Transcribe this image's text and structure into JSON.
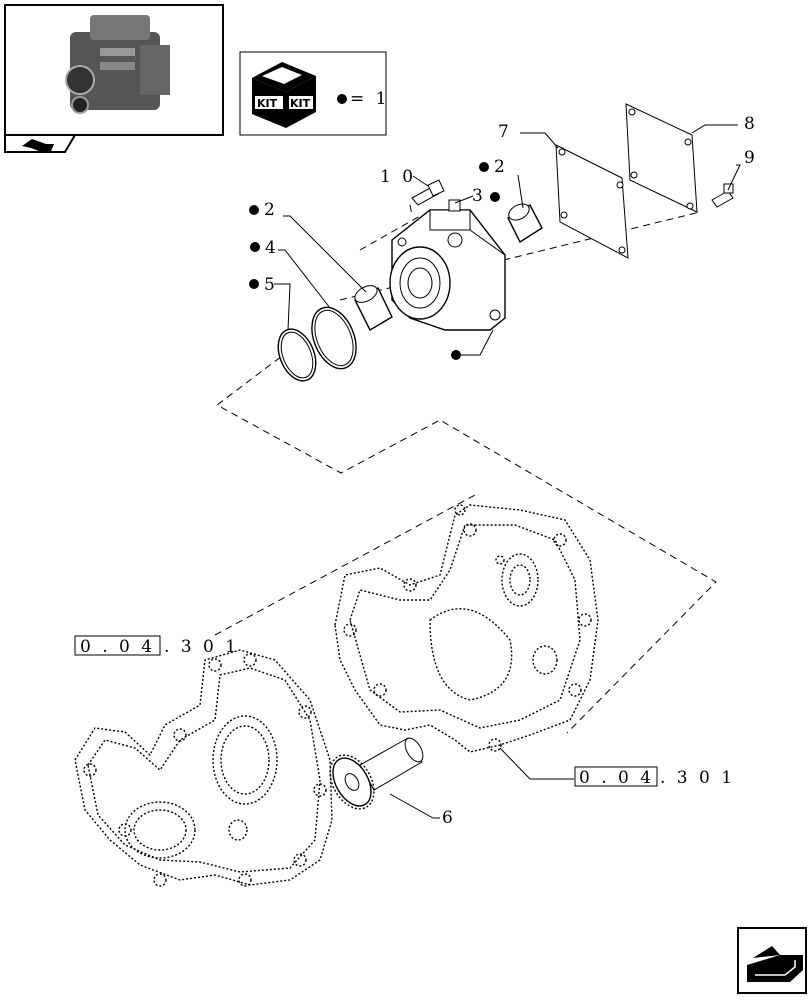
{
  "kit_legend": {
    "logo_text_left": "KIT",
    "logo_text_right": "KIT",
    "equals": "= 1"
  },
  "callouts": {
    "c10": "1 0",
    "c3": "3",
    "c2_top": "2",
    "c7": "7",
    "c8": "8",
    "c9": "9",
    "c2_left": "2",
    "c4": "4",
    "c5": "5",
    "c6": "6"
  },
  "refs": {
    "left_box": "0 . 0 4",
    "left_tail": ". 3   0 1",
    "right_box": "0 . 0 4",
    "right_tail": ". 3   0 1"
  }
}
